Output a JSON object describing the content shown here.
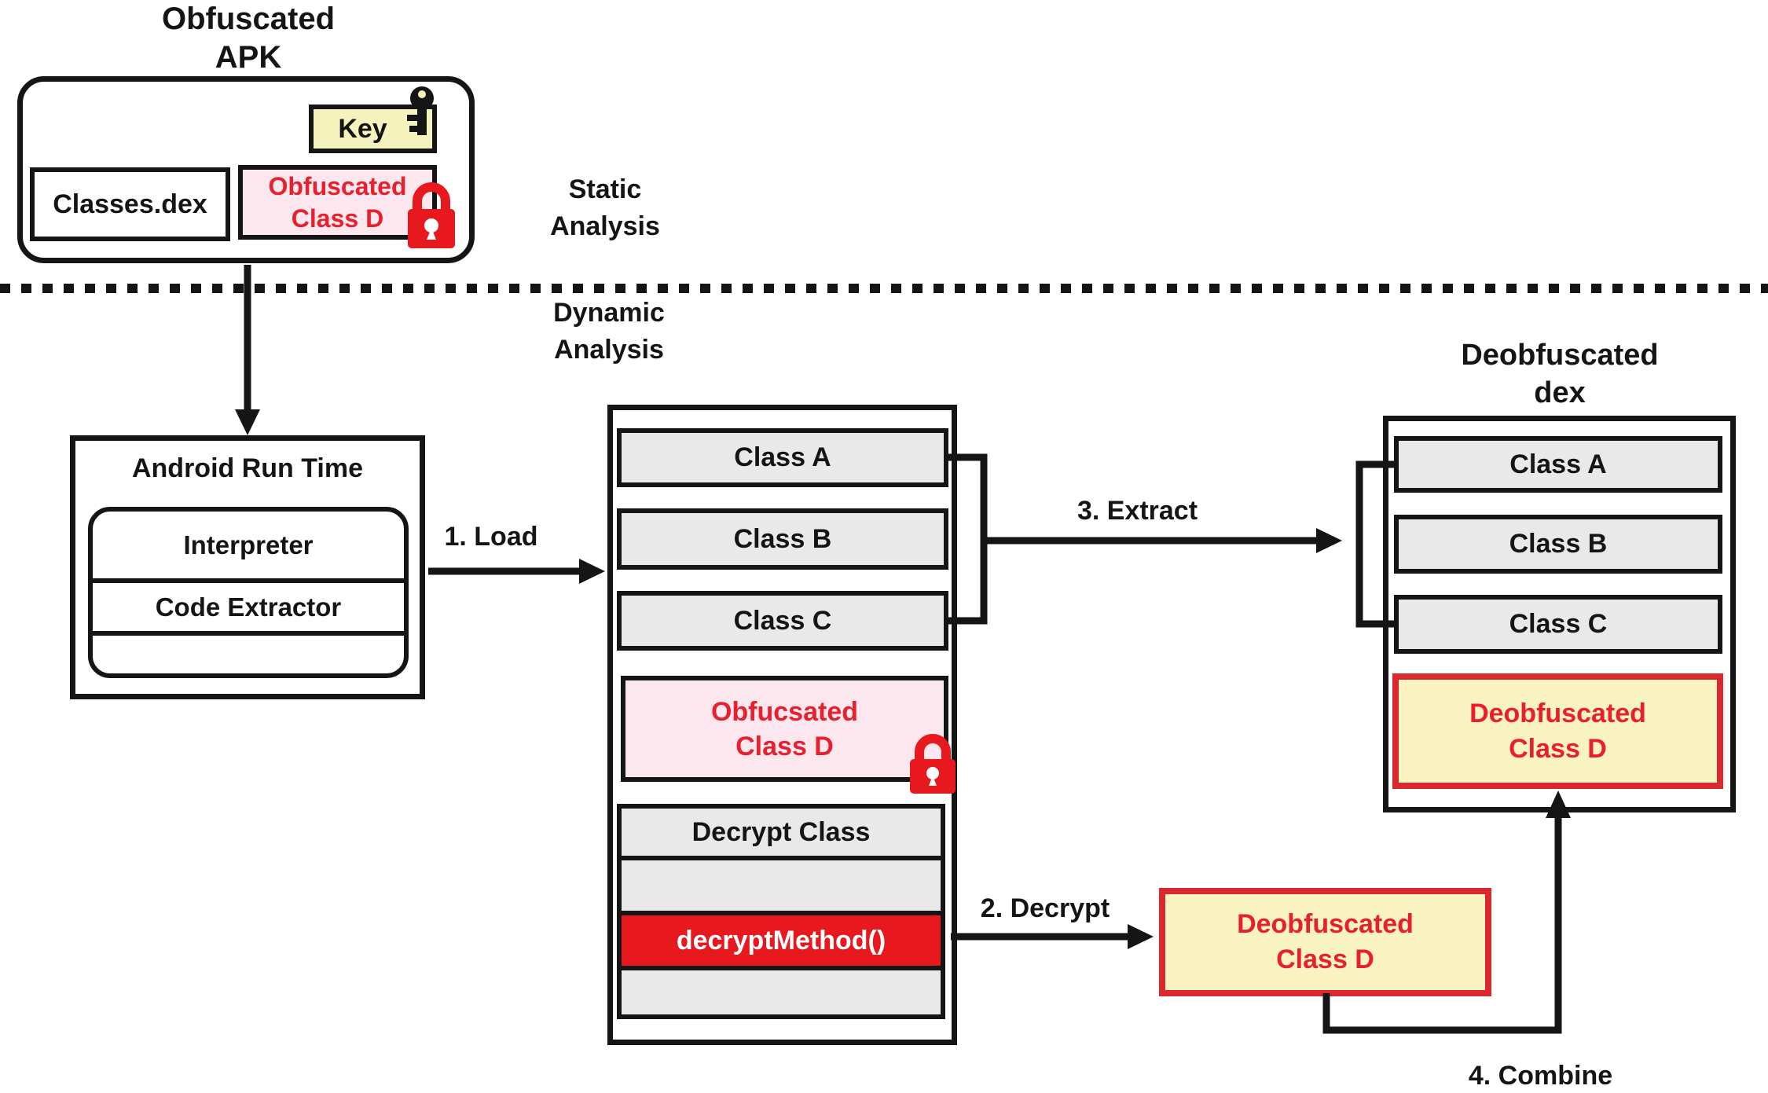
{
  "apk": {
    "title_line1": "Obfuscated",
    "title_line2": "APK",
    "key_label": "Key",
    "classes_dex_label": "Classes.dex",
    "obfuscated_class_line1": "Obfuscated",
    "obfuscated_class_line2": "Class D"
  },
  "phases": {
    "static_line1": "Static",
    "static_line2": "Analysis",
    "dynamic_line1": "Dynamic",
    "dynamic_line2": "Analysis"
  },
  "art": {
    "title": "Android Run Time",
    "row1": "Interpreter",
    "row2": "Code Extractor",
    "row3": ""
  },
  "memory_box": {
    "class_a": "Class A",
    "class_b": "Class B",
    "class_c": "Class C",
    "obfuscated_class_line1": "Obfucsated",
    "obfuscated_class_line2": "Class D",
    "decrypt_row1": "Decrypt Class",
    "decrypt_row2": "",
    "decrypt_row3": "decryptMethod()",
    "decrypt_row4": ""
  },
  "dex_box": {
    "title_line1": "Deobfuscated",
    "title_line2": "dex",
    "class_a": "Class A",
    "class_b": "Class B",
    "class_c": "Class C",
    "deobfuscated_class_line1": "Deobfuscated",
    "deobfuscated_class_line2": "Class D"
  },
  "decrypted_box": {
    "line1": "Deobfuscated",
    "line2": "Class D"
  },
  "arrows": {
    "step1": "1. Load",
    "step2": "2. Decrypt",
    "step3": "3. Extract",
    "step4": "4. Combine"
  },
  "icons": {
    "key": "key-icon",
    "lock_apk": "lock-icon",
    "lock_memory": "lock-icon"
  },
  "colors": {
    "black": "#151515",
    "gray_fill": "#e9e9e9",
    "pink_fill": "#fce7ee",
    "red_text": "#e8202e",
    "red_fill": "#e8191e",
    "yellow_fill": "#f8f3c0",
    "red_border": "#d9292e"
  }
}
